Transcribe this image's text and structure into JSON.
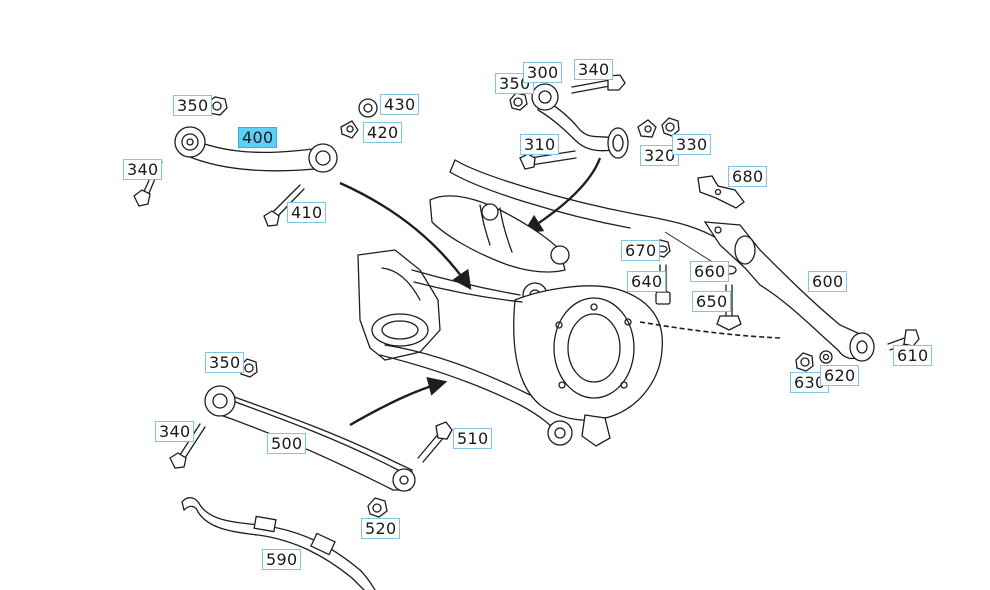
{
  "callouts": {
    "c350a": "350",
    "c400": "400",
    "c340a": "340",
    "c410": "410",
    "c430": "430",
    "c420": "420",
    "c350b": "350",
    "c300": "300",
    "c340b": "340",
    "c310": "310",
    "c320": "320",
    "c330": "330",
    "c680": "680",
    "c670": "670",
    "c640": "640",
    "c660": "660",
    "c650": "650",
    "c600": "600",
    "c610": "610",
    "c630": "630",
    "c620": "620",
    "c350c": "350",
    "c340c": "340",
    "c500": "500",
    "c510": "510",
    "c520": "520",
    "c590": "590"
  },
  "selected_part": "400",
  "colors": {
    "label_border": "#7fc6e4",
    "selected_fill": "#5fd0f5",
    "line": "#1e1e1e"
  }
}
